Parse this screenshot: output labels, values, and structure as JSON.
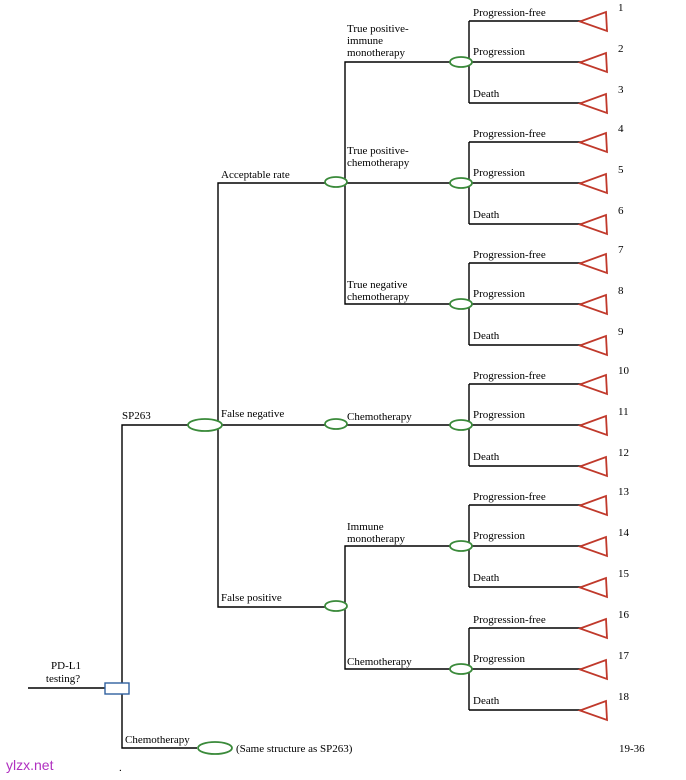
{
  "root": {
    "label_line1": "PD-L1",
    "label_line2": "testing?"
  },
  "strategies": {
    "sp263": "SP263",
    "chemotherapy": "Chemotherapy",
    "chemo_note": "(Same structure as SP263)",
    "chemo_range": "19-36"
  },
  "test_outcomes": {
    "acceptable": "Acceptable rate",
    "false_negative": "False negative",
    "false_positive": "False positive"
  },
  "treatments": {
    "tp_immune_line1": "True positive-",
    "tp_immune_line2": "immune",
    "tp_immune_line3": "monotherapy",
    "tp_chemo_line1": "True positive-",
    "tp_chemo_line2": "chemotherapy",
    "tn_chemo_line1": "True negative",
    "tn_chemo_line2": "chemotherapy",
    "fn_chemo": "Chemotherapy",
    "fp_immune_line1": "Immune",
    "fp_immune_line2": "monotherapy",
    "fp_chemo": "Chemotherapy"
  },
  "health_states": [
    "Progression-free",
    "Progression",
    "Death"
  ],
  "terminal_numbers": [
    "1",
    "2",
    "3",
    "4",
    "5",
    "6",
    "7",
    "8",
    "9",
    "10",
    "11",
    "12",
    "13",
    "14",
    "15",
    "16",
    "17",
    "18"
  ],
  "watermark": {
    "text": "ylzx.net",
    "color": "#b030c0",
    "dot": "."
  },
  "colors": {
    "chance": "#3a8a3a",
    "decision": "#3060a0",
    "terminal": "#c0392b"
  }
}
